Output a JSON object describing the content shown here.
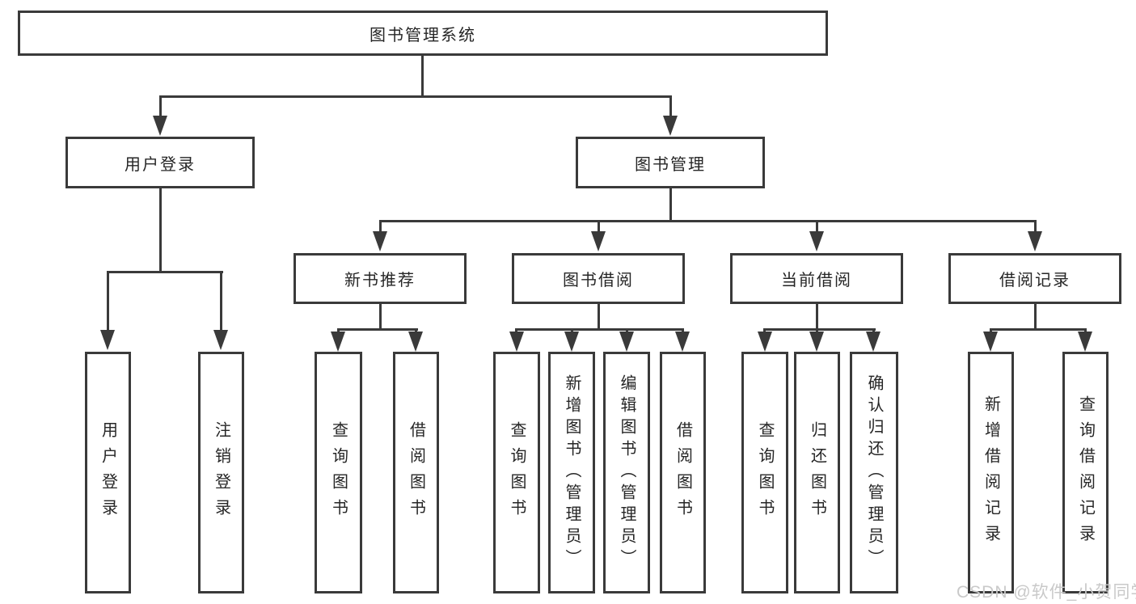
{
  "diagram": {
    "root": "图书管理系统",
    "level1": [
      "用户登录",
      "图书管理"
    ],
    "level2": [
      "新书推荐",
      "图书借阅",
      "当前借阅",
      "借阅记录"
    ],
    "leaves": {
      "user_login": [
        "用户登录",
        "注销登录"
      ],
      "new_book_recommend": [
        "查询图书",
        "借阅图书"
      ],
      "book_borrow": [
        "查询图书",
        "新增图书（管理员）",
        "编辑图书（管理员）",
        "借阅图书"
      ],
      "current_borrow": [
        "查询图书",
        "归还图书",
        "确认归还（管理员）"
      ],
      "borrow_records": [
        "新增借阅记录",
        "查询借阅记录"
      ]
    }
  },
  "watermark": "CSDN @软件_小贺同学",
  "colors": {
    "line": "#3a3a3a",
    "text": "#262626",
    "watermark": "#c9c9c9",
    "background": "#ffffff"
  }
}
